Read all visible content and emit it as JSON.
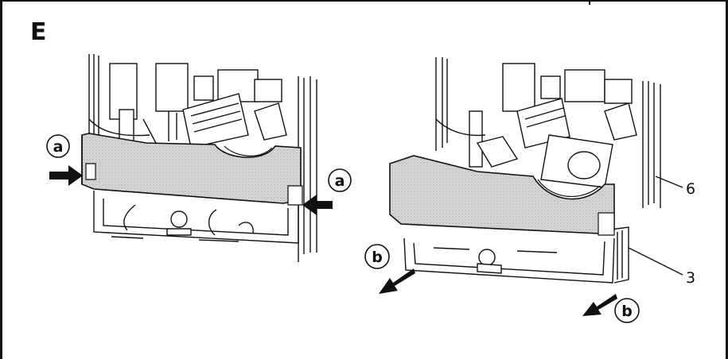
{
  "figure": {
    "panel_label": "E",
    "callouts": {
      "left_a": "a",
      "right_a": "a",
      "left_b": "b",
      "right_b": "b"
    },
    "part_numbers": {
      "part_6": "6",
      "part_3": "3"
    }
  }
}
